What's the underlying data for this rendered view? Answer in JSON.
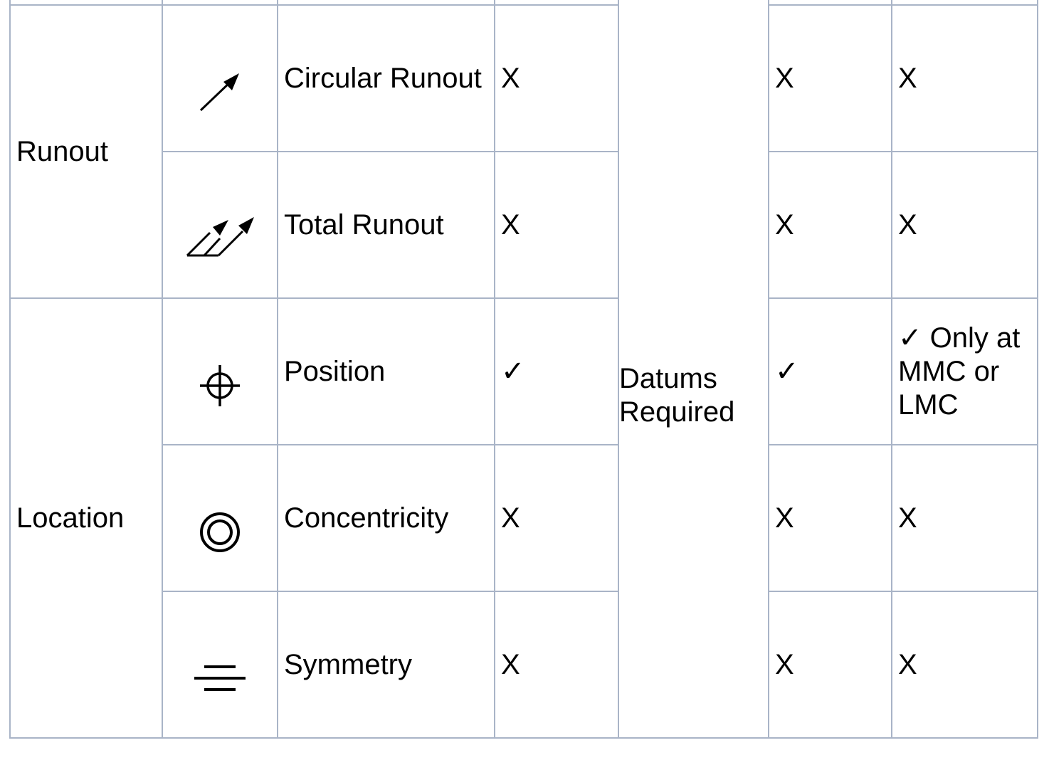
{
  "table": {
    "groups": [
      {
        "name": "Runout",
        "rows": [
          {
            "symbol": "circular-runout-icon",
            "characteristic": "Circular Runout",
            "col_a": "X",
            "col_c": "X",
            "col_d": "X"
          },
          {
            "symbol": "total-runout-icon",
            "characteristic": "Total Runout",
            "col_a": "X",
            "col_c": "X",
            "col_d": "X"
          }
        ]
      },
      {
        "name": "Location",
        "rows": [
          {
            "symbol": "position-icon",
            "characteristic": "Position",
            "col_a": "✓",
            "col_c": "✓",
            "col_d": "✓ Only at MMC or LMC"
          },
          {
            "symbol": "concentricity-icon",
            "characteristic": "Concentricity",
            "col_a": "X",
            "col_c": "X",
            "col_d": "X"
          },
          {
            "symbol": "symmetry-icon",
            "characteristic": "Symmetry",
            "col_a": "X",
            "col_c": "X",
            "col_d": "X"
          }
        ]
      }
    ],
    "datums_label": "Datums Required"
  }
}
